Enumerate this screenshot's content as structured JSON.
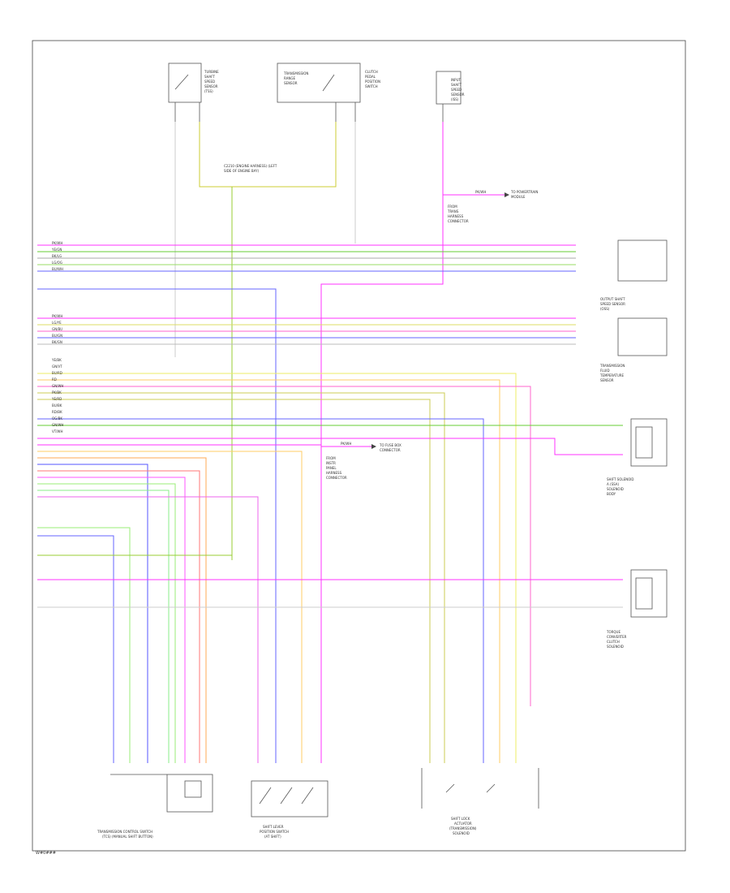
{
  "footer": {
    "code": "W#0###"
  },
  "components": {
    "top_left_switch": {
      "lines": [
        "TURBINE",
        "SHAFT",
        "SPEED",
        "SENSOR",
        "(TSS)"
      ]
    },
    "top_mid_switch": {
      "lines": [
        "TRANSMISSION",
        "RANGE",
        "SENSOR"
      ],
      "side": [
        "CLUTCH",
        "PEDAL",
        "POSITION",
        "SWITCH"
      ]
    },
    "top_right_switch": {
      "lines": [
        "INPUT",
        "SHAFT",
        "SPEED",
        "SENSOR",
        "(ISS)"
      ]
    },
    "splice_top": {
      "lines": [
        "C2210 (ENGINE HARNESS) (LEFT",
        "SIDE OF ENGINE BAY)"
      ]
    },
    "ref_top": {
      "wire": "PK/WH",
      "to": [
        "TO POWERTRAIN",
        "MODULE"
      ],
      "note": [
        "FROM",
        "TRANS",
        "HARNESS",
        "CONNECTOR"
      ]
    },
    "ref_mid": {
      "wire": "PK/WH",
      "to": [
        "TO FUSE BOX",
        "CONNECTOR"
      ],
      "note": [
        "FROM",
        "INSTR",
        "PANEL",
        "HARNESS",
        "CONNECTOR"
      ]
    },
    "sensor1": {
      "lines": [
        "OUTPUT SHAFT",
        "SPEED SENSOR",
        "(OSS)"
      ]
    },
    "sensor2": {
      "lines": [
        "TRANSMISSION",
        "FLUID",
        "TEMPERATURE",
        "SENSOR"
      ]
    },
    "solenoid1": {
      "lines": [
        "SHIFT SOLENOID",
        "A (SSA)",
        "SOLENOID",
        "BODY"
      ]
    },
    "solenoid2": {
      "lines": [
        "TORQUE",
        "CONVERTER",
        "CLUTCH",
        "SOLENOID"
      ]
    },
    "bottom1": {
      "lines": [
        "TRANSMISSION CONTROL SWITCH",
        "(TCS) (MANUAL SHIFT BUTTON)"
      ]
    },
    "bottom2": {
      "lines": [
        "SHIFT LEVER",
        "POSITION SWITCH",
        "(AT SHIFT)"
      ]
    },
    "bottom3": {
      "lines": [
        "SHIFT LOCK",
        "ACTUATOR",
        "(TRANSMISSION)",
        "SOLENOID"
      ]
    }
  },
  "wires": [
    {
      "label": "PK/WH",
      "color": "#ff33ff"
    },
    {
      "label": "YE/GN",
      "color": "#66cc33"
    },
    {
      "label": "BK/LG",
      "color": "#aaaaaa"
    },
    {
      "label": "LG/OG",
      "color": "#99dd66"
    },
    {
      "label": "BU/WH",
      "color": "#6666ff"
    },
    {
      "label": "PK/WH",
      "color": "#ff33ff"
    },
    {
      "label": "LG/YE",
      "color": "#dddd66"
    },
    {
      "label": "GN/BU",
      "color": "#ff66cc"
    },
    {
      "label": "BU/GN",
      "color": "#6666ff"
    },
    {
      "label": "BK/GN",
      "color": "#bbbbbb"
    },
    {
      "label": "YE/BK",
      "color": "#eeee77"
    },
    {
      "label": "GN/VT",
      "color": "#66cc33"
    },
    {
      "label": "BU/RD",
      "color": "#5555ff"
    },
    {
      "label": "RD",
      "color": "#ff5555"
    },
    {
      "label": "GN/WH",
      "color": "#99ee77"
    },
    {
      "label": "PK/BK",
      "color": "#ff55ff"
    },
    {
      "label": "YE/RD",
      "color": "#ffcc66"
    },
    {
      "label": "BU/BK",
      "color": "#5555ff"
    },
    {
      "label": "RD/BK",
      "color": "#ff7777"
    },
    {
      "label": "OG/BK",
      "color": "#ffaa55"
    },
    {
      "label": "GN/WH",
      "color": "#88ee88"
    },
    {
      "label": "VT/WH",
      "color": "#ee66ee"
    }
  ]
}
